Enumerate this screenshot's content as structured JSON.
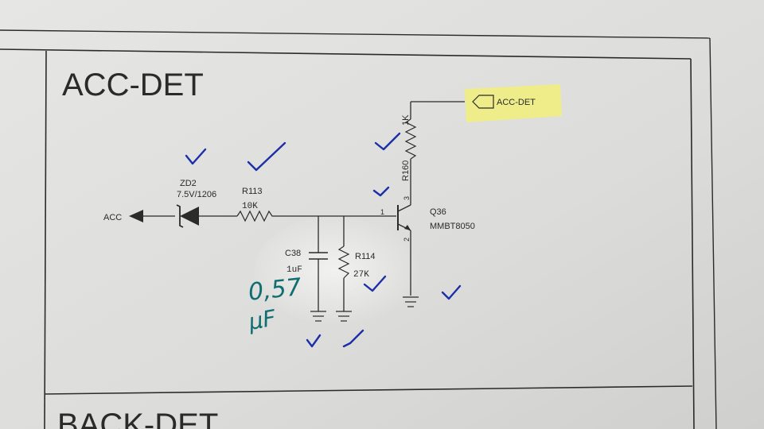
{
  "sections": {
    "acc_det_title": "ACC-DET",
    "back_det_title": "BACK-DET"
  },
  "components": {
    "zd2": {
      "ref": "ZD2",
      "value": "7.5V/1206"
    },
    "r113": {
      "ref": "R113",
      "value": "10K"
    },
    "c38": {
      "ref": "C38",
      "value": "1uF"
    },
    "r114": {
      "ref": "R114",
      "value": "27K"
    },
    "r160": {
      "ref": "R160",
      "value": "1K"
    },
    "q36": {
      "ref": "Q36",
      "value": "MMBT8050",
      "pin_base": "1",
      "pin_collector": "3",
      "pin_emitter": "2"
    }
  },
  "nets": {
    "acc": "ACC",
    "acc_det": "ACC-DET"
  },
  "annotations": {
    "handwritten_line1": "0,57",
    "handwritten_line2": "µF",
    "highlight_color": "#f2f07a",
    "ink_check_color": "#1b2fa8",
    "ink_note_color": "#0f6e70"
  }
}
